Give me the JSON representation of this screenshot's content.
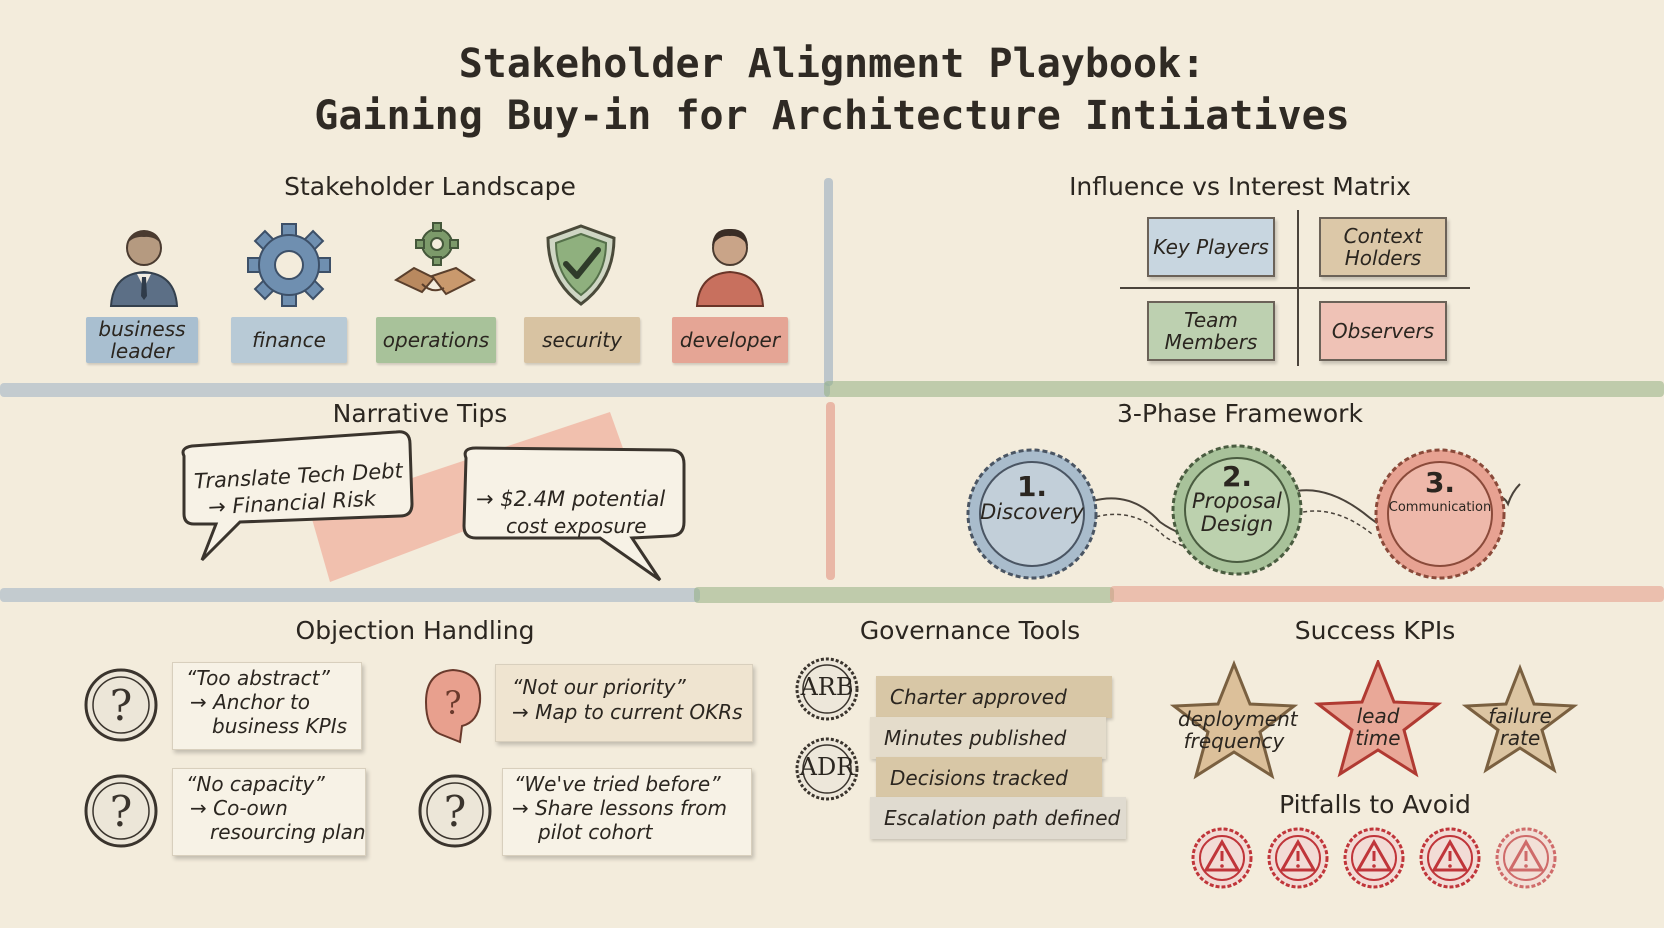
{
  "title": {
    "line1": "Stakeholder Alignment Playbook:",
    "line2": "Gaining Buy-in for Architecture Intiiatives"
  },
  "stakeholder_landscape": {
    "heading": "Stakeholder Landscape",
    "items": [
      {
        "label": "business leader",
        "icon": "business-person-icon",
        "color": "#a9bfd0"
      },
      {
        "label": "finance",
        "icon": "gear-icon",
        "color": "#b8cad6"
      },
      {
        "label": "operations",
        "icon": "handshake-gear-icon",
        "color": "#a8c29a"
      },
      {
        "label": "security",
        "icon": "shield-check-icon",
        "color": "#d8c3a2"
      },
      {
        "label": "developer",
        "icon": "person-icon",
        "color": "#e5a595"
      }
    ]
  },
  "matrix": {
    "heading": "Influence vs Interest Matrix",
    "cells": [
      {
        "label": "Key Players",
        "color": "#c8d6e0"
      },
      {
        "label": "Context Holders",
        "color": "#dcc8a8"
      },
      {
        "label": "Team Members",
        "color": "#bdd0b0"
      },
      {
        "label": "Observers",
        "color": "#efc2b6"
      }
    ]
  },
  "narrative": {
    "heading": "Narrative Tips",
    "bubble1_line1": "Translate Tech Debt",
    "bubble1_line2": "→ Financial Risk",
    "bubble2_line1": "→ $2.4M potential",
    "bubble2_line2": "cost exposure"
  },
  "framework": {
    "heading": "3-Phase Framework",
    "phases": [
      {
        "number": "1.",
        "label": "Discovery",
        "color": "#a9bccc"
      },
      {
        "number": "2.",
        "label": "Proposal Design",
        "color": "#a8c29a"
      },
      {
        "number": "3.",
        "label": "Communication",
        "color": "#e7a292"
      }
    ]
  },
  "objections": {
    "heading": "Objection Handling",
    "items": [
      {
        "quote": "“Too abstract”",
        "line2": "→ Anchor to",
        "line3": "business KPIs"
      },
      {
        "quote": "“Not our priority”",
        "line2": "→ Map to current OKRs",
        "line3": ""
      },
      {
        "quote": "“No capacity”",
        "line2": "→ Co-own",
        "line3": "resourcing plan"
      },
      {
        "quote": "“We've tried before”",
        "line2": "→ Share lessons from",
        "line3": "pilot cohort"
      }
    ]
  },
  "governance": {
    "heading": "Governance Tools",
    "badges": [
      "ARB",
      "ADR"
    ],
    "tags": [
      {
        "label": "Charter approved",
        "color": "#d8c7a6"
      },
      {
        "label": "Minutes published",
        "color": "#e4dccb"
      },
      {
        "label": "Decisions tracked",
        "color": "#d8c7a6"
      },
      {
        "label": "Escalation path defined",
        "color": "#e0dbd0"
      }
    ]
  },
  "kpis": {
    "heading": "Success KPIs",
    "items": [
      {
        "line1": "deployment",
        "line2": "frequency",
        "color": "#dcc09a"
      },
      {
        "line1": "lead",
        "line2": "time",
        "color": "#e9a898"
      },
      {
        "line1": "failure",
        "line2": "rate",
        "color": "#dcc5a2"
      }
    ]
  },
  "pitfalls": {
    "heading": "Pitfalls to Avoid",
    "icon": "warning-seal-icon",
    "count": 5,
    "color": "#c0353a"
  }
}
